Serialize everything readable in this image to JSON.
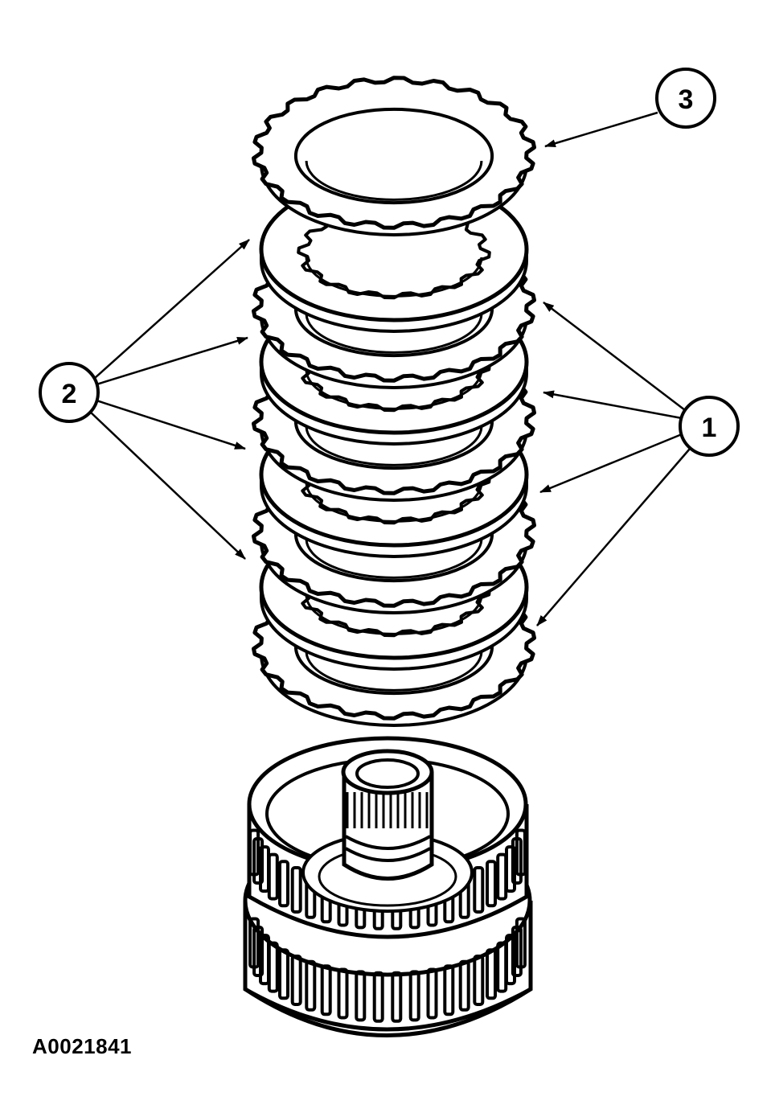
{
  "figure": {
    "id_label": "A0021841"
  },
  "callouts": [
    {
      "number": "1",
      "label": "1"
    },
    {
      "number": "2",
      "label": "2"
    },
    {
      "number": "3",
      "label": "3"
    }
  ],
  "colors": {
    "line": "#000000",
    "background": "#ffffff"
  }
}
